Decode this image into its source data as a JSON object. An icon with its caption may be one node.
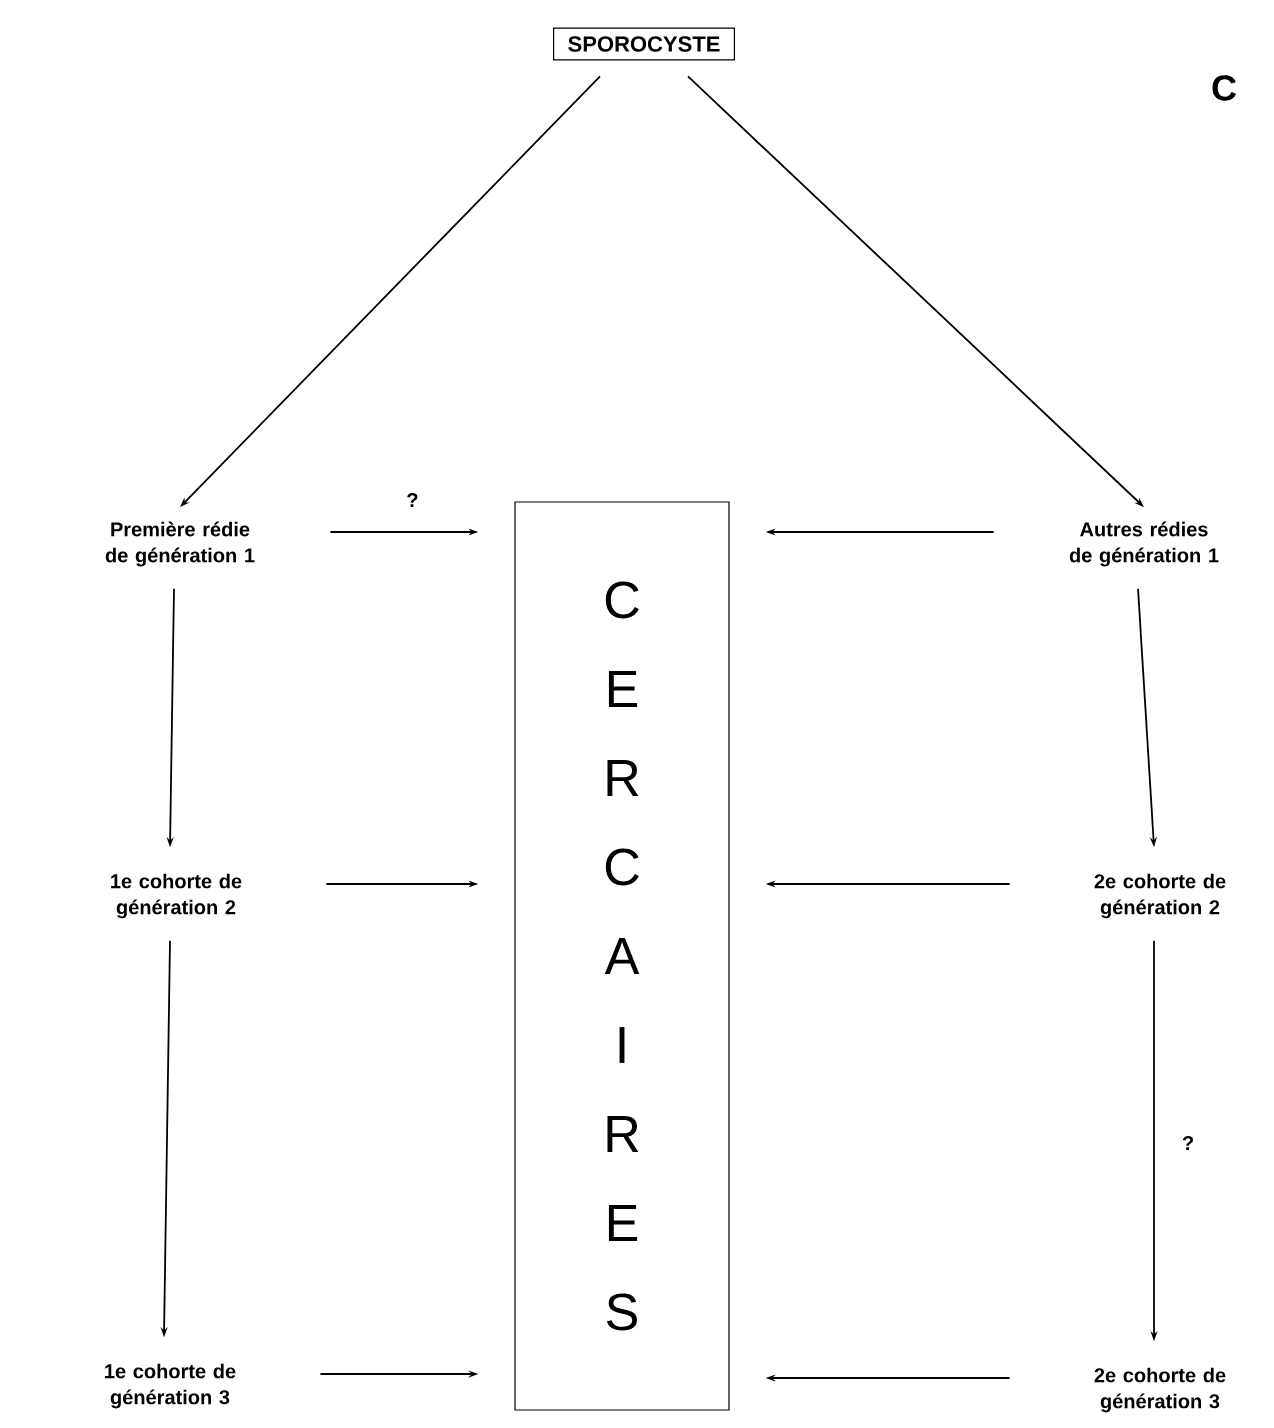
{
  "diagram": {
    "nodes": [
      {
        "text": [
          "SPOROCYSTE"
        ]
      },
      {
        "text": [
          "Première rédie de génération 1"
        ]
      },
      {
        "text": [
          "CERCAIRES"
        ]
      },
      {
        "text": [
          "Autres rédies de génération 1"
        ]
      },
      {
        "text": [
          "1e cohorte de génération 2"
        ]
      },
      {
        "text": [
          "2e cohorte de génération 2"
        ]
      },
      {
        "text": [
          "1e cohorte de génération 3"
        ]
      },
      {
        "text": [
          "2e cohorte de génération 3"
        ]
      }
    ],
    "edges": [
      {
        "from": 0,
        "to": 1,
        "arrow": "to"
      },
      {
        "from": 0,
        "to": 3,
        "arrow": "to"
      },
      {
        "from": 1,
        "to": 2,
        "arrow": "to",
        "label": "?"
      },
      {
        "from": 3,
        "to": 2,
        "arrow": "to"
      },
      {
        "from": 1,
        "to": 4,
        "arrow": "to"
      },
      {
        "from": 3,
        "to": 5,
        "arrow": "to"
      },
      {
        "from": 4,
        "to": 2,
        "arrow": "to"
      },
      {
        "from": 5,
        "to": 2,
        "arrow": "to"
      },
      {
        "from": 4,
        "to": 6,
        "arrow": "to"
      },
      {
        "from": 5,
        "to": 7,
        "arrow": "to",
        "label": "?"
      },
      {
        "from": 6,
        "to": 2,
        "arrow": "to"
      },
      {
        "from": 7,
        "to": 2,
        "arrow": "to"
      }
    ],
    "labels": [
      "C"
    ]
  }
}
